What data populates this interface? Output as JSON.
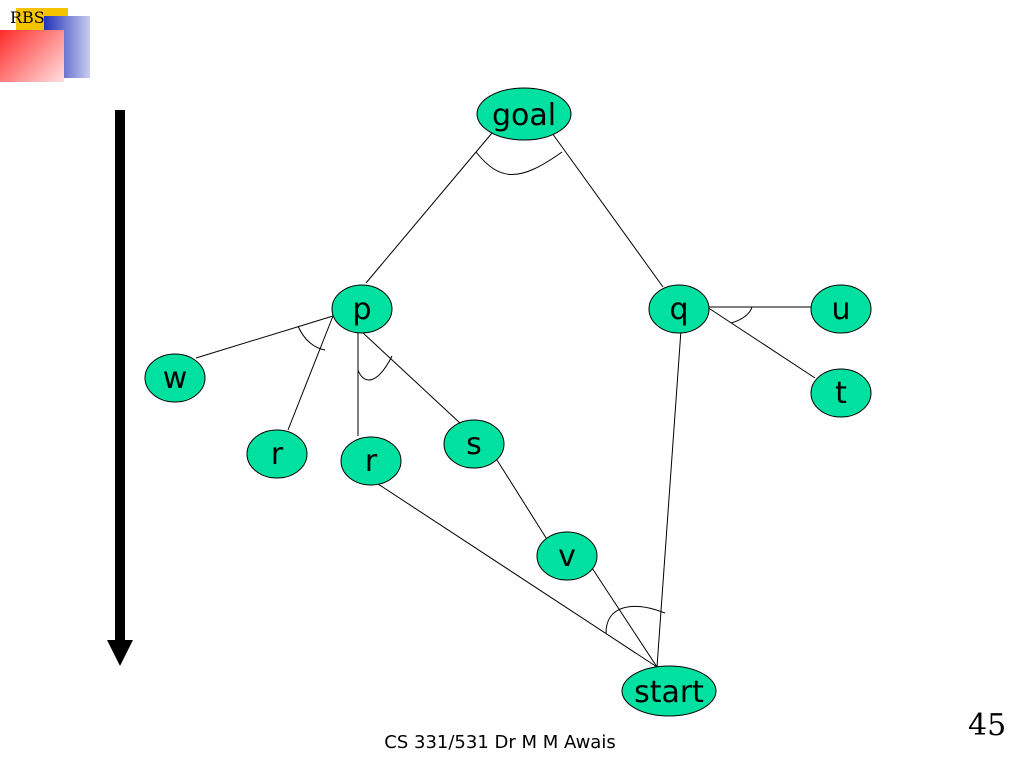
{
  "logo": {
    "text": "RBS"
  },
  "nodes": {
    "goal": "goal",
    "p": "p",
    "q": "q",
    "u": "u",
    "t": "t",
    "w": "w",
    "r1": "r",
    "r2": "r",
    "s": "s",
    "v": "v",
    "start": "start"
  },
  "colors": {
    "node_fill": "#00e0a0",
    "line": "#000000"
  },
  "footer": {
    "text": "CS 331/531 Dr M M Awais",
    "page": "45"
  }
}
